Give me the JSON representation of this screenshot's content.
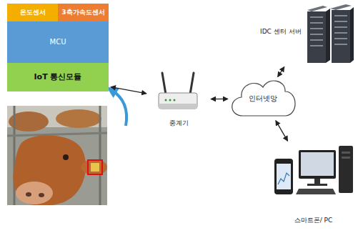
{
  "diagram": {
    "nodes": [
      {
        "text": [
          "온도센서"
        ]
      },
      {
        "text": [
          "3축가속도센서"
        ]
      },
      {
        "text": [
          "MCU"
        ]
      },
      {
        "text": [
          "IoT 통신모듈"
        ]
      },
      {
        "text": [
          "중계기"
        ]
      },
      {
        "text": [
          "인터넷망"
        ]
      },
      {
        "text": [
          "IDC 센터 서버"
        ]
      },
      {
        "text": [
          "스마트폰/ PC"
        ]
      }
    ],
    "edges": [
      {
        "from": 3,
        "to": 4,
        "arrow": "both"
      },
      {
        "from": 4,
        "to": 5,
        "arrow": "both"
      },
      {
        "from": 5,
        "to": 6,
        "arrow": "both"
      },
      {
        "from": 5,
        "to": 7,
        "arrow": "both"
      }
    ]
  }
}
